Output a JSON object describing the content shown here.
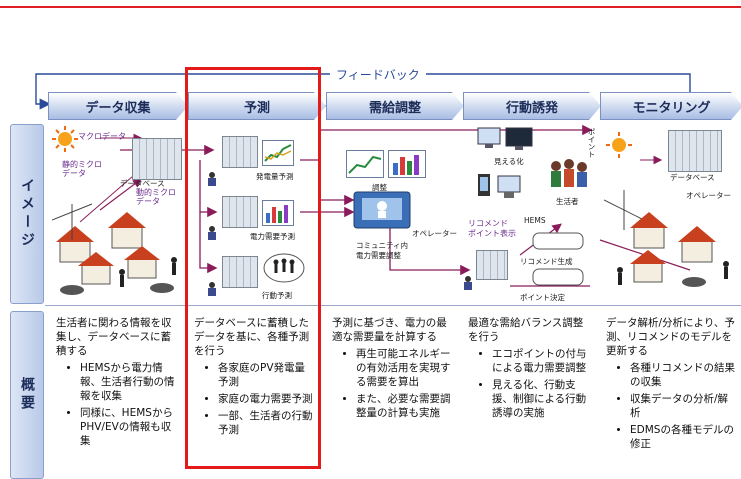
{
  "feedback_label": "フィードバック",
  "headers": [
    "データ収集",
    "予測",
    "需給調整",
    "行動誘発",
    "モニタリング"
  ],
  "row_labels": {
    "image": "イメージ",
    "overview": "概要"
  },
  "image_labels": {
    "macro": "マクロデータ",
    "static_micro": "静的ミクロデータ",
    "database": "データベース",
    "dynamic_micro": "動的ミクロデータ",
    "pv_forecast": "発電量予測",
    "power_demand": "電力需要予測",
    "behavior_forecast": "行動予測",
    "adjust": "調整",
    "operator": "オペレーター",
    "community": "コミュニティ内",
    "community2": "電力需要調整",
    "visualize": "見える化",
    "point": "ポイント",
    "recommend_point": "リコメンド",
    "recommend_point2": "ポイント表示",
    "hems": "HEMS",
    "resident": "生活者",
    "recommend_gen": "リコメンド生成",
    "point_decide": "ポイント決定",
    "db2": "データベース",
    "operator2": "オペレーター"
  },
  "columns": [
    {
      "intro": "生活者に関わる情報を収集し、データベースに蓄積する",
      "bullets": [
        "HEMSから電力情報、生活者行動の情報を収集",
        "同様に、HEMSからPHV/EVの情報も収集"
      ]
    },
    {
      "intro": "データベースに蓄積したデータを基に、各種予測を行う",
      "bullets": [
        "各家庭のPV発電量予測",
        "家庭の電力需要予測",
        "一部、生活者の行動予測"
      ]
    },
    {
      "intro": "予測に基づき、電力の最適な需要量を計算する",
      "bullets": [
        "再生可能エネルギーの有効活用を実現する需要を算出",
        "また、必要な需要調整量の計算も実施"
      ]
    },
    {
      "intro": "最適な需給バランス調整を行う",
      "bullets": [
        "エコポイントの付与による電力需要調整",
        "見える化、行動支援、制御による行動誘導の実施"
      ]
    },
    {
      "intro": "データ解析/分析により、予測、リコメンドのモデルを更新する",
      "bullets": [
        "各種リコメンドの結果の収集",
        "収集データの分析/解析",
        "EDMSの各種モデルの修正"
      ]
    }
  ]
}
